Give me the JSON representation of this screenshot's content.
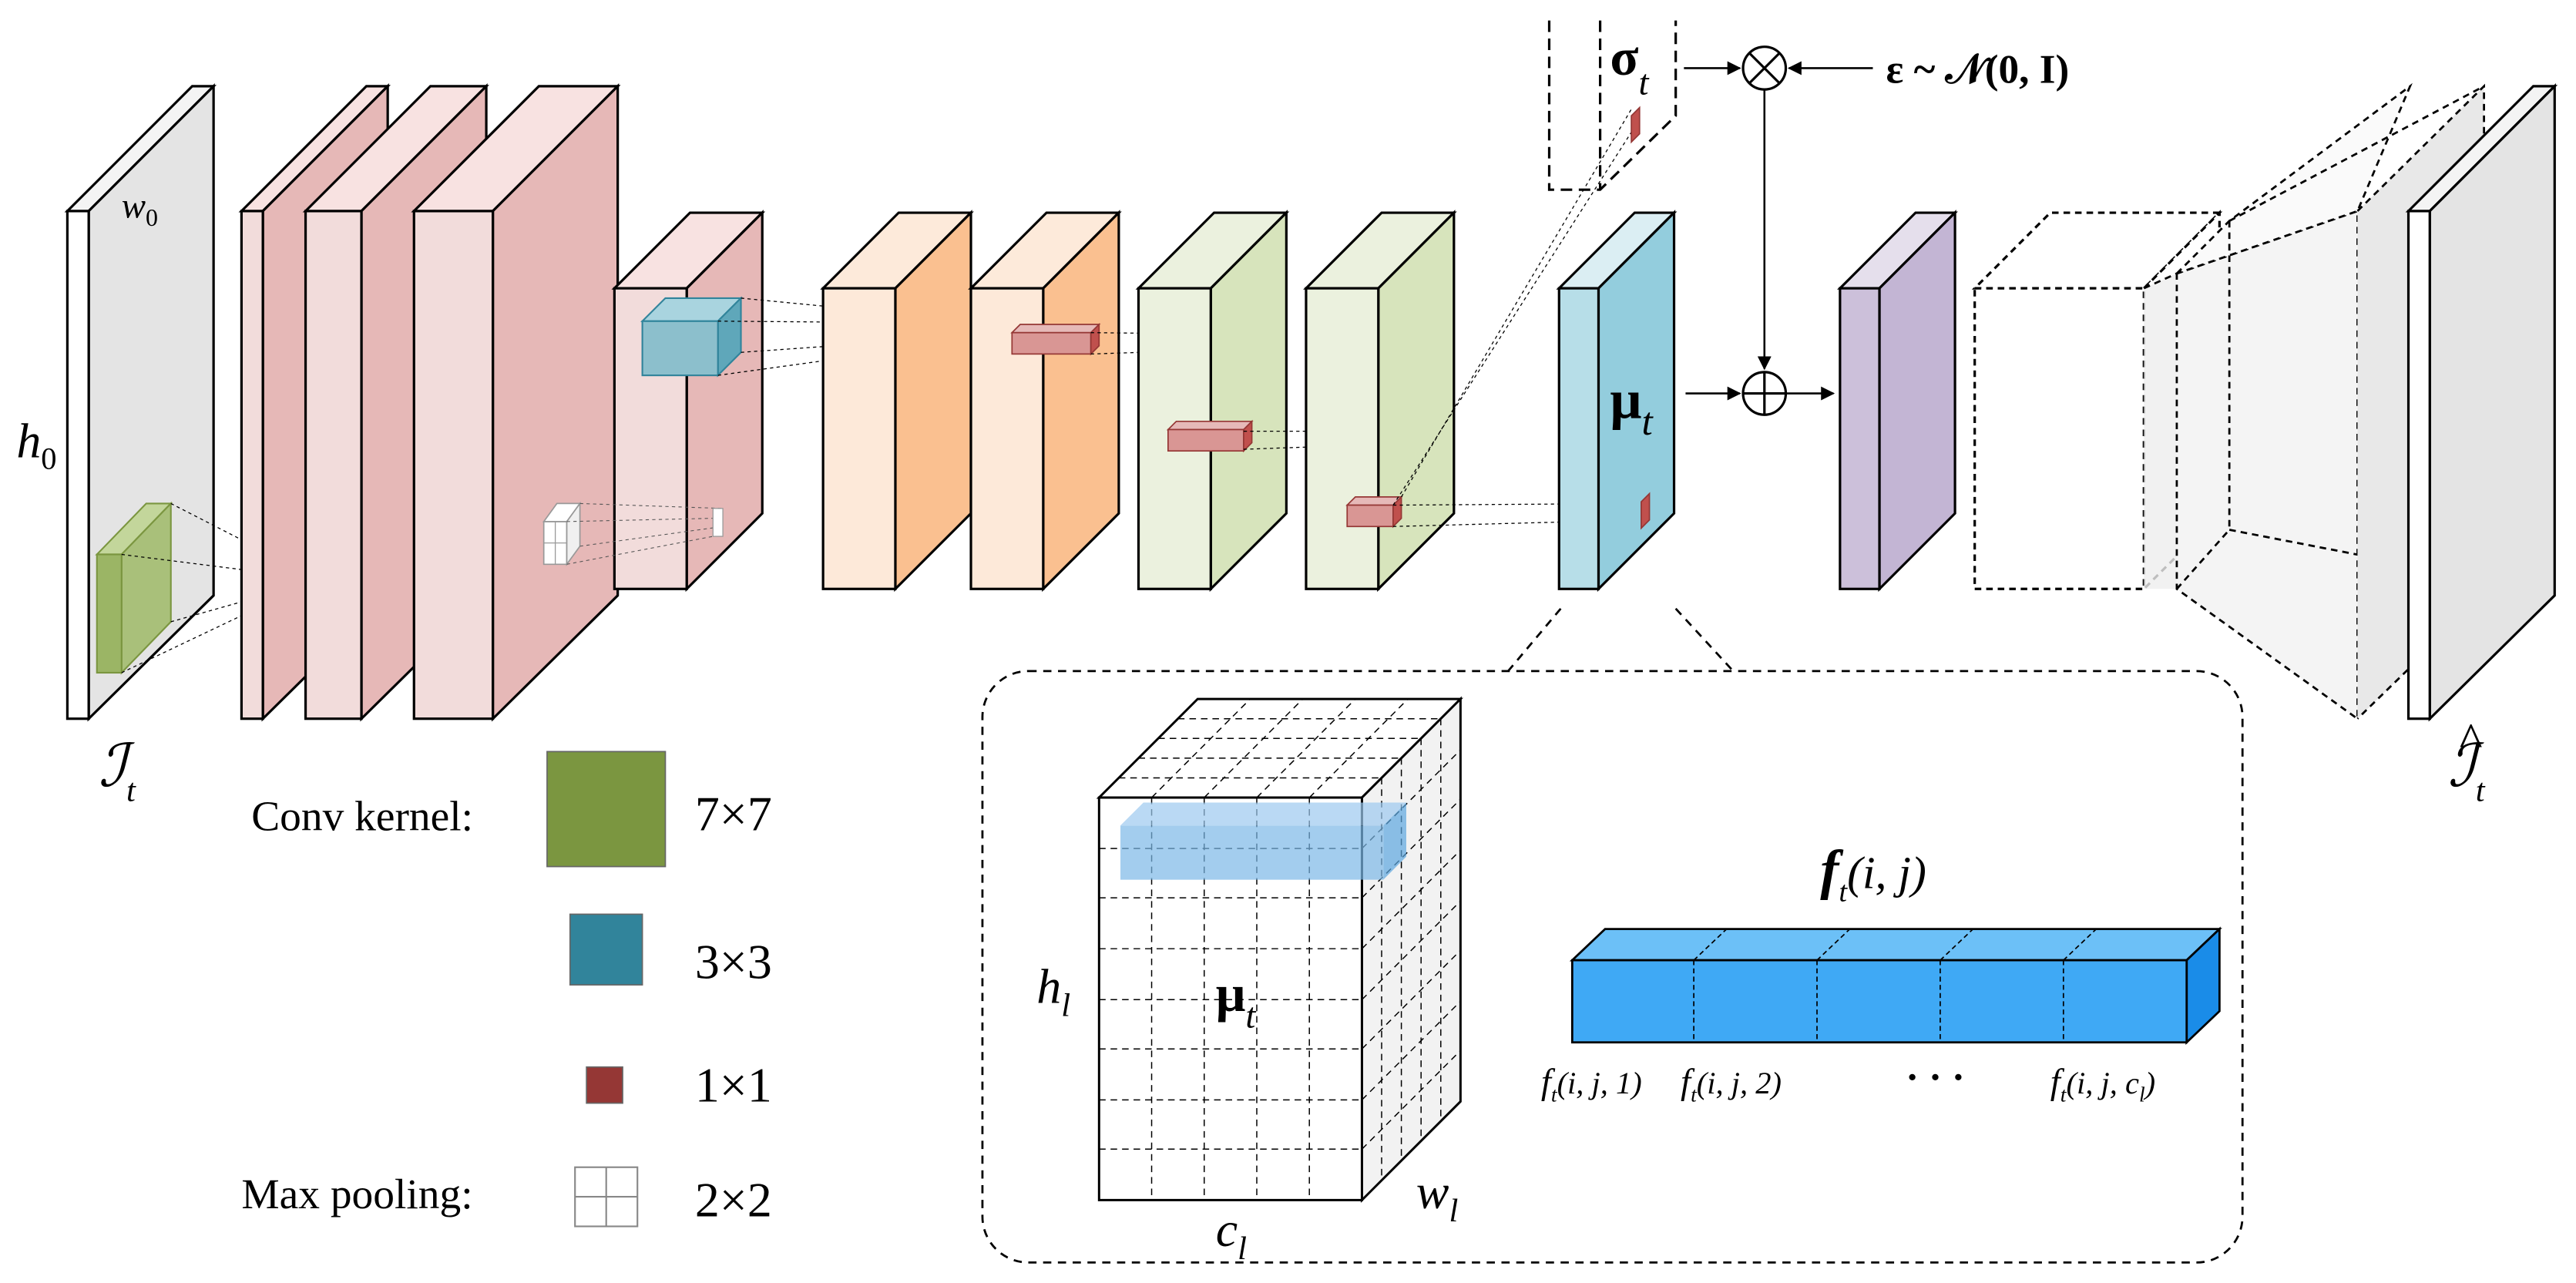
{
  "labels": {
    "input_width": "w",
    "input_width_sub": "0",
    "input_height": "h",
    "input_height_sub": "0",
    "input_image": "ℐ",
    "input_image_sub": "t",
    "sigma": "σ",
    "sigma_sub": "t",
    "mu": "μ",
    "mu_sub": "t",
    "multiply_op": "×",
    "add_op": "+",
    "noise": "ε ~ 𝒩(0, I)",
    "output_image": "ℐ",
    "output_image_sub": "t",
    "output_hat": "^"
  },
  "legend": {
    "conv_kernel_label": "Conv kernel:",
    "max_pooling_label": "Max pooling:",
    "items": [
      {
        "size": "7×7",
        "color": "#7b9640"
      },
      {
        "size": "3×3",
        "color": "#31849b"
      },
      {
        "size": "1×1",
        "color": "#953735"
      },
      {
        "size": "2×2",
        "color": "#ffffff"
      }
    ]
  },
  "detail": {
    "mu": "μ",
    "mu_sub": "t",
    "height": "h",
    "height_sub": "l",
    "channels": "c",
    "channels_sub": "l",
    "width": "w",
    "width_sub": "l",
    "feature_vector": "f",
    "feature_vector_sub": "t",
    "feature_vector_args": "(i, j)",
    "element_1": "f",
    "element_1_sub": "t",
    "element_1_args": "(i, j, 1)",
    "element_2": "f",
    "element_2_sub": "t",
    "element_2_args": "(i, j, 2)",
    "ellipsis": "· · ·",
    "element_last": "f",
    "element_last_sub": "t",
    "element_last_args_pre": "(i, j, c",
    "element_last_args_sub": "l",
    "element_last_args_post": ")"
  },
  "colors": {
    "encoder_red": "#e6b8b7",
    "encoder_orange": "#fac090",
    "encoder_green": "#d7e4bc",
    "mu_blue": "#93cddd",
    "decoder_purple": "#c3b5d4",
    "feature_blue": "#3fa9f5"
  }
}
